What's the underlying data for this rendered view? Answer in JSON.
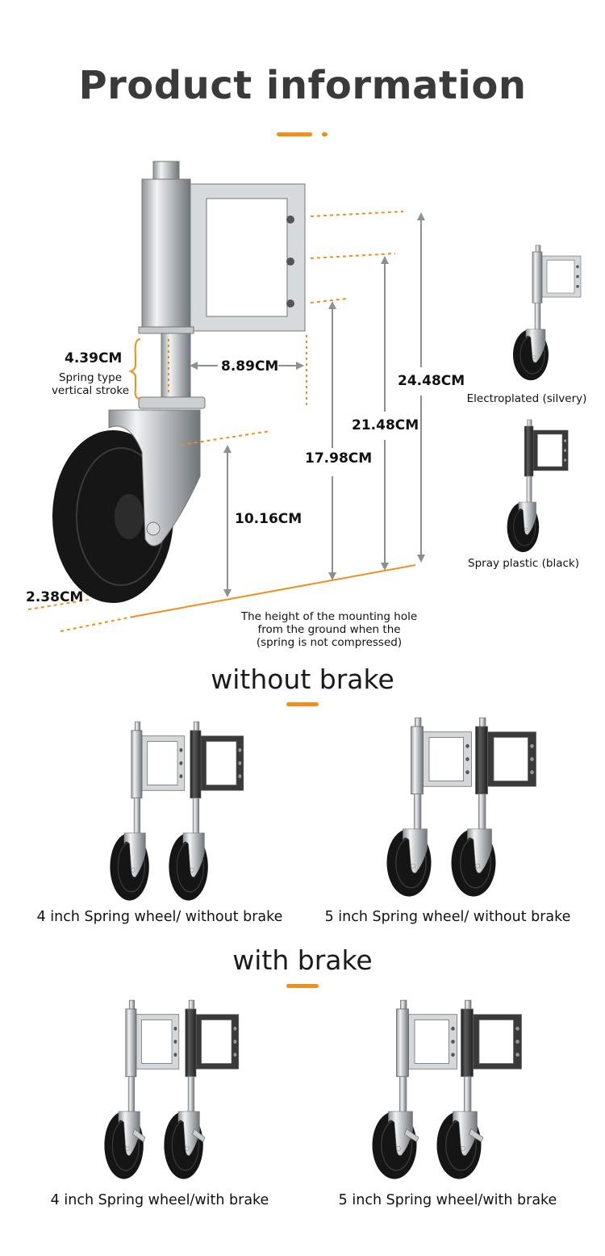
{
  "title": "Product information",
  "accent_color": "#ef8f1c",
  "dimensions": {
    "stroke_value": "4.39CM",
    "stroke_label_1": "Spring type",
    "stroke_label_2": "vertical stroke",
    "width": "8.89CM",
    "wheel_height": "10.16CM",
    "hole_low": "17.98CM",
    "hole_mid": "21.48CM",
    "hole_high": "24.48CM",
    "wheel_width": "2.38CM",
    "note_1": "The height of the mounting hole",
    "note_2": "from the ground when the",
    "note_3": "(spring is not compressed)"
  },
  "finishes": [
    {
      "label": "Electroplated (silvery)",
      "color": "silver"
    },
    {
      "label": "Spray plastic (black)",
      "color": "black"
    }
  ],
  "sections": [
    {
      "heading": "without brake",
      "items": [
        {
          "caption": "4 inch Spring wheel/ without brake"
        },
        {
          "caption": "5 inch Spring wheel/ without brake"
        }
      ]
    },
    {
      "heading": "with brake",
      "items": [
        {
          "caption": "4 inch Spring wheel/with brake"
        },
        {
          "caption": "5 inch Spring wheel/with brake"
        }
      ]
    }
  ]
}
